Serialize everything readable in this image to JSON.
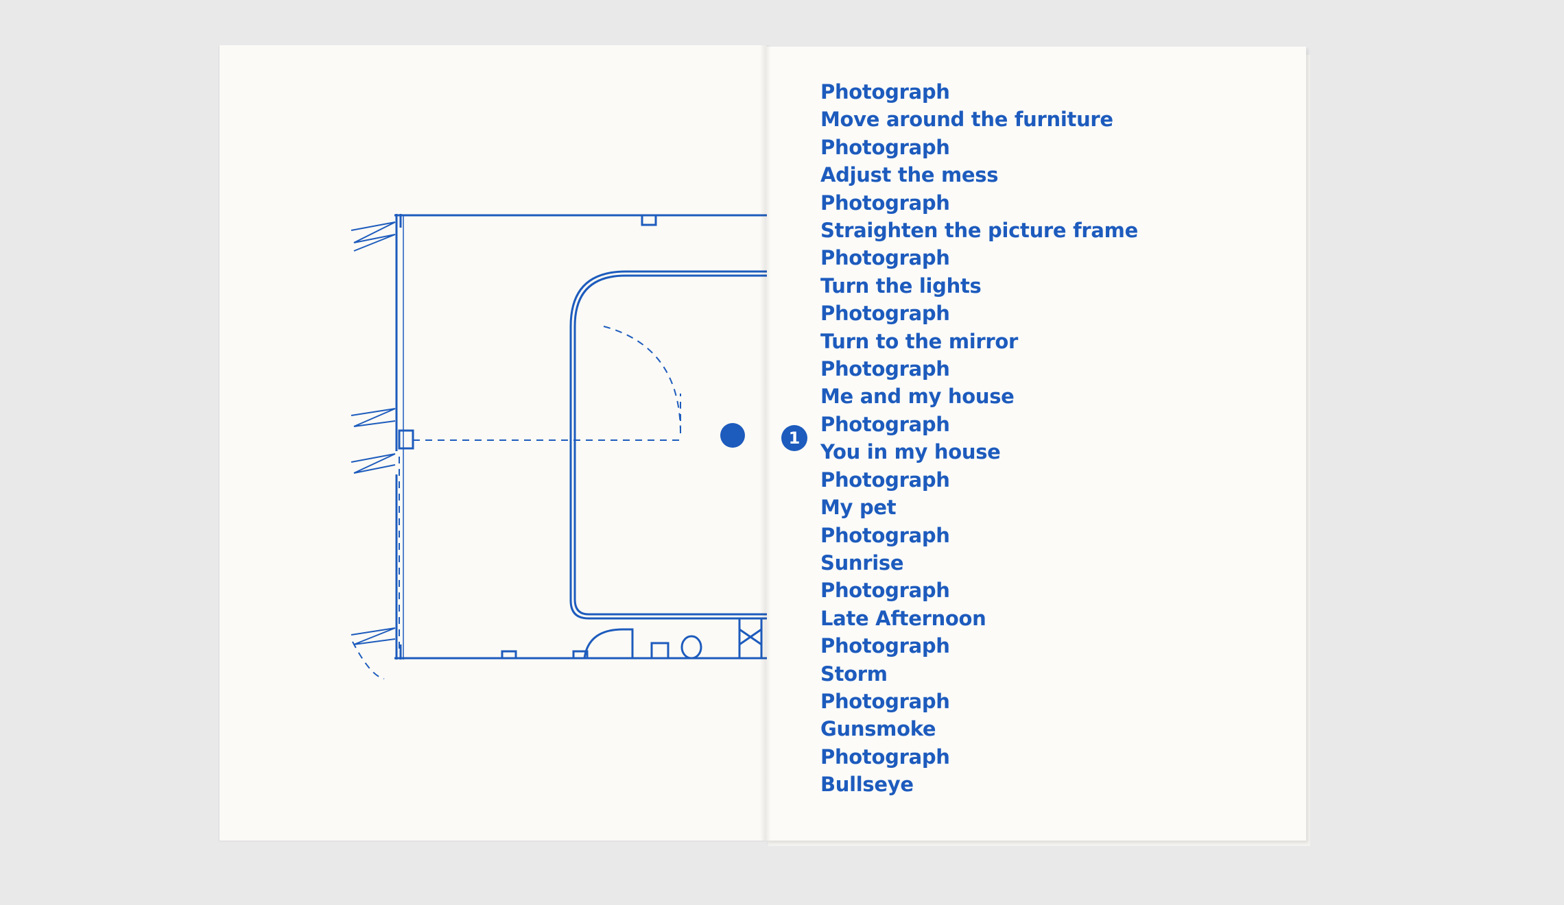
{
  "floor_plan": {
    "stroke_color": "#1d5bbd",
    "dot_color": "#1d5bbd"
  },
  "marker": {
    "label": "1"
  },
  "shot_list": [
    "Photograph",
    "Move around the furniture",
    "Photograph",
    "Adjust the mess",
    "Photograph",
    "Straighten the picture frame",
    "Photograph",
    "Turn the lights",
    "Photograph",
    "Turn to the mirror",
    "Photograph",
    "Me and my house",
    "Photograph",
    "You in my house",
    "Photograph",
    "My pet",
    "Photograph",
    "Sunrise",
    "Photograph",
    "Late Afternoon",
    "Photograph",
    "Storm",
    "Photograph",
    "Gunsmoke",
    "Photograph",
    "Bullseye"
  ]
}
